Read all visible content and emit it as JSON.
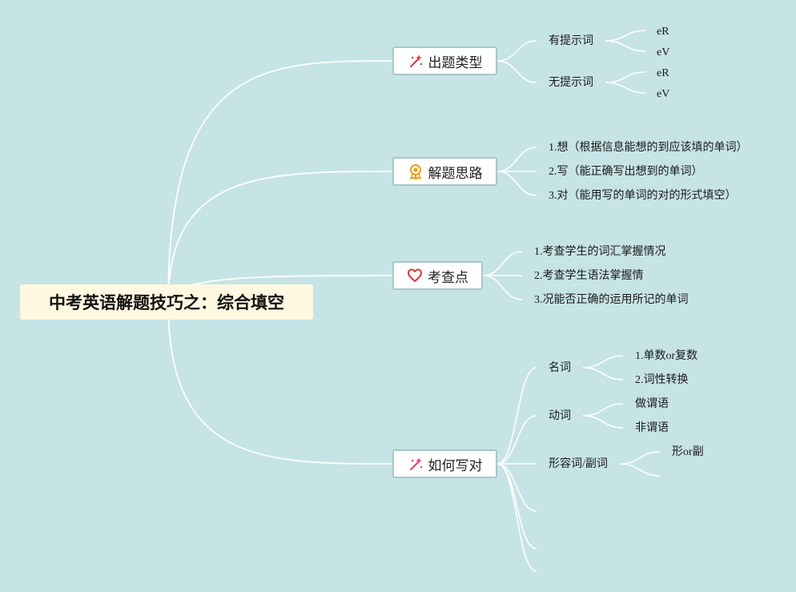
{
  "root": {
    "title": "中考英语解题技巧之：综合填空"
  },
  "branches": [
    {
      "label": "出题类型",
      "icon": "magic-wand-icon",
      "children": [
        {
          "label": "有提示词",
          "children": [
            "eR",
            "eV"
          ]
        },
        {
          "label": "无提示词",
          "children": [
            "eR",
            "eV"
          ]
        }
      ]
    },
    {
      "label": "解题思路",
      "icon": "award-badge-icon",
      "children": [
        {
          "label": "1.想（根据信息能想的到应该填的单词）"
        },
        {
          "label": "2.写（能正确写出想到的单词）"
        },
        {
          "label": "3.对（能用写的单词的对的形式填空）"
        }
      ]
    },
    {
      "label": "考查点",
      "icon": "heart-icon",
      "children": [
        {
          "label": "1.考查学生的词汇掌握情况"
        },
        {
          "label": "2.考查学生语法掌握情"
        },
        {
          "label": "3.况能否正确的运用所记的单词"
        }
      ]
    },
    {
      "label": "如何写对",
      "icon": "magic-wand-icon",
      "children": [
        {
          "label": "名词",
          "children": [
            "1.单数or复数",
            "2.词性转换"
          ]
        },
        {
          "label": "动词",
          "children": [
            "做谓语",
            "非谓语"
          ]
        },
        {
          "label": "形容词/副词",
          "children": [
            "形or副",
            ""
          ]
        },
        {
          "label": ""
        },
        {
          "label": ""
        },
        {
          "label": ""
        }
      ]
    }
  ],
  "colors": {
    "background": "#c6e3e6",
    "root_fill": "#fff8e0",
    "branch_border": "#a8c7c9",
    "link": "#ffffff"
  }
}
